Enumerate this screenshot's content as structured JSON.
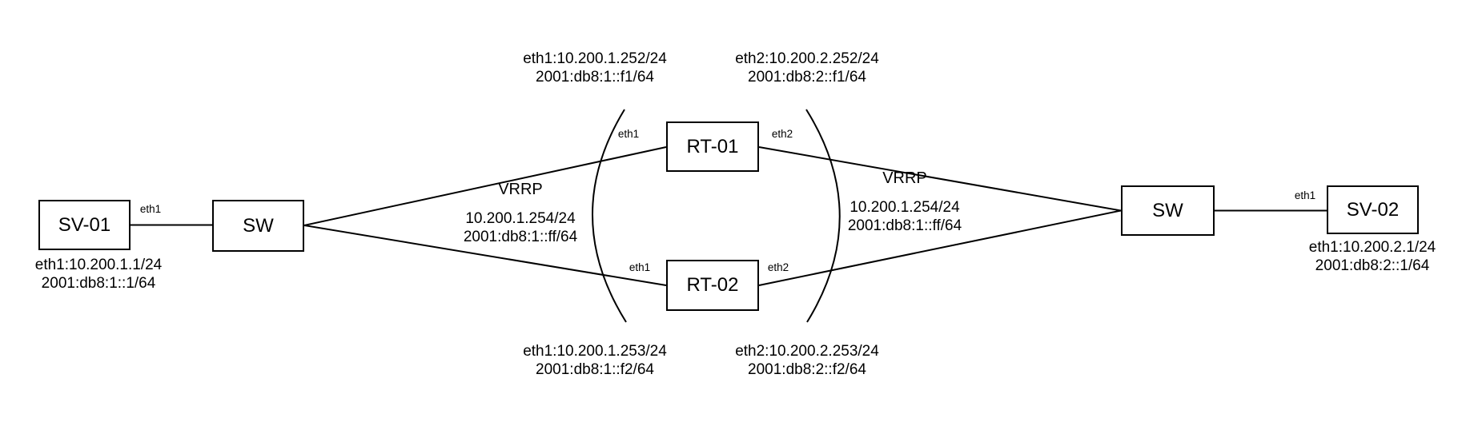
{
  "diagram": {
    "nodes": {
      "sv01": "SV-01",
      "sw_left": "SW",
      "rt01": "RT-01",
      "rt02": "RT-02",
      "sw_right": "SW",
      "sv02": "SV-02"
    },
    "port_labels": {
      "sv01_eth1": "eth1",
      "rt01_eth1": "eth1",
      "rt01_eth2": "eth2",
      "rt02_eth1": "eth1",
      "rt02_eth2": "eth2",
      "sv02_eth1": "eth1"
    },
    "addresses": {
      "sv01": {
        "ipv4": "eth1:10.200.1.1/24",
        "ipv6": "2001:db8:1::1/64"
      },
      "rt01_eth1": {
        "ipv4": "eth1:10.200.1.252/24",
        "ipv6": "2001:db8:1::f1/64"
      },
      "rt01_eth2": {
        "ipv4": "eth2:10.200.2.252/24",
        "ipv6": "2001:db8:2::f1/64"
      },
      "rt02_eth1": {
        "ipv4": "eth1:10.200.1.253/24",
        "ipv6": "2001:db8:1::f2/64"
      },
      "rt02_eth2": {
        "ipv4": "eth2:10.200.2.253/24",
        "ipv6": "2001:db8:2::f2/64"
      },
      "sv02": {
        "ipv4": "eth1:10.200.2.1/24",
        "ipv6": "2001:db8:2::1/64"
      }
    },
    "vrrp_left": {
      "label": "VRRP",
      "ipv4": "10.200.1.254/24",
      "ipv6": "2001:db8:1::ff/64"
    },
    "vrrp_right": {
      "label": "VRRP",
      "ipv4": "10.200.1.254/24",
      "ipv6": "2001:db8:1::ff/64"
    },
    "colors": {
      "line": "#000000",
      "text": "#000000",
      "background": "#ffffff"
    }
  }
}
